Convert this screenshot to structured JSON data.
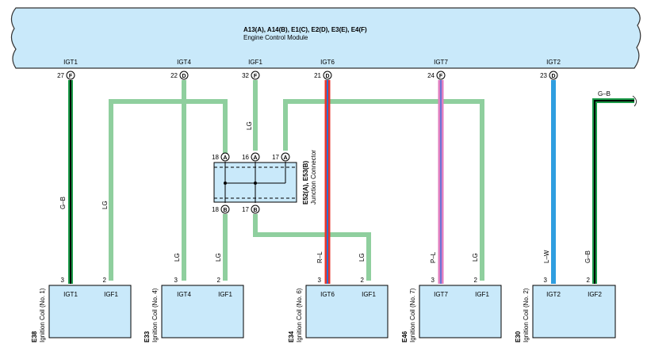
{
  "ecm": {
    "connectors": "A13(A), A14(B), E1(C), E2(D), E3(E), E4(F)",
    "name": "Engine Control Module"
  },
  "ecm_pins": [
    {
      "signal": "IGT1",
      "pin": "27",
      "conn": "F"
    },
    {
      "signal": "IGT4",
      "pin": "22",
      "conn": "D"
    },
    {
      "signal": "IGF1",
      "pin": "32",
      "conn": "F"
    },
    {
      "signal": "IGT6",
      "pin": "21",
      "conn": "D"
    },
    {
      "signal": "IGT7",
      "pin": "24",
      "conn": "F"
    },
    {
      "signal": "IGT2",
      "pin": "23",
      "conn": "D"
    }
  ],
  "junction": {
    "code": "E52(A), E53(B)",
    "name": "Junction Connector",
    "top_pins": [
      {
        "pin": "18",
        "conn": "A"
      },
      {
        "pin": "16",
        "conn": "A"
      },
      {
        "pin": "17",
        "conn": "A"
      }
    ],
    "bottom_pins": [
      {
        "pin": "18",
        "conn": "B"
      },
      {
        "pin": "17",
        "conn": "B"
      }
    ]
  },
  "wires": {
    "igt1": "G–B",
    "coil1_igf": "LG",
    "igf1_trunk": "LG",
    "coil4_igt": "LG",
    "coil4_igf": "LG",
    "igt6": "R–L",
    "coil6_igf": "LG",
    "igt7": "P–L",
    "coil7_igf": "LG",
    "igt2": "L–W",
    "igf2": "G–B",
    "igf2_offpage": "G–B"
  },
  "coils": [
    {
      "code": "E38",
      "name": "Ignition Coil (No. 1)",
      "pin3": "3",
      "pin2": "2",
      "sig1": "IGT1",
      "sig2": "IGF1"
    },
    {
      "code": "E33",
      "name": "Ignition Coil (No. 4)",
      "pin3": "3",
      "pin2": "2",
      "sig1": "IGT4",
      "sig2": "IGF1"
    },
    {
      "code": "E34",
      "name": "Ignition Coil (No. 6)",
      "pin3": "3",
      "pin2": "2",
      "sig1": "IGT6",
      "sig2": "IGF1"
    },
    {
      "code": "E46",
      "name": "Ignition Coil (No. 7)",
      "pin3": "3",
      "pin2": "2",
      "sig1": "IGT7",
      "sig2": "IGF1"
    },
    {
      "code": "E30",
      "name": "Ignition Coil (No. 2)",
      "pin3": "3",
      "pin2": "2",
      "sig1": "IGT2",
      "sig2": "IGF2"
    }
  ],
  "colors": {
    "ecm_fill": "#c9e9fa",
    "coil_fill": "#c9e9fa",
    "lg": "#8fcf9e",
    "green": "#1b9a48",
    "black": "#000000",
    "red": "#e8342b",
    "pink": "#e07fc0",
    "blue": "#2f9ee0"
  }
}
